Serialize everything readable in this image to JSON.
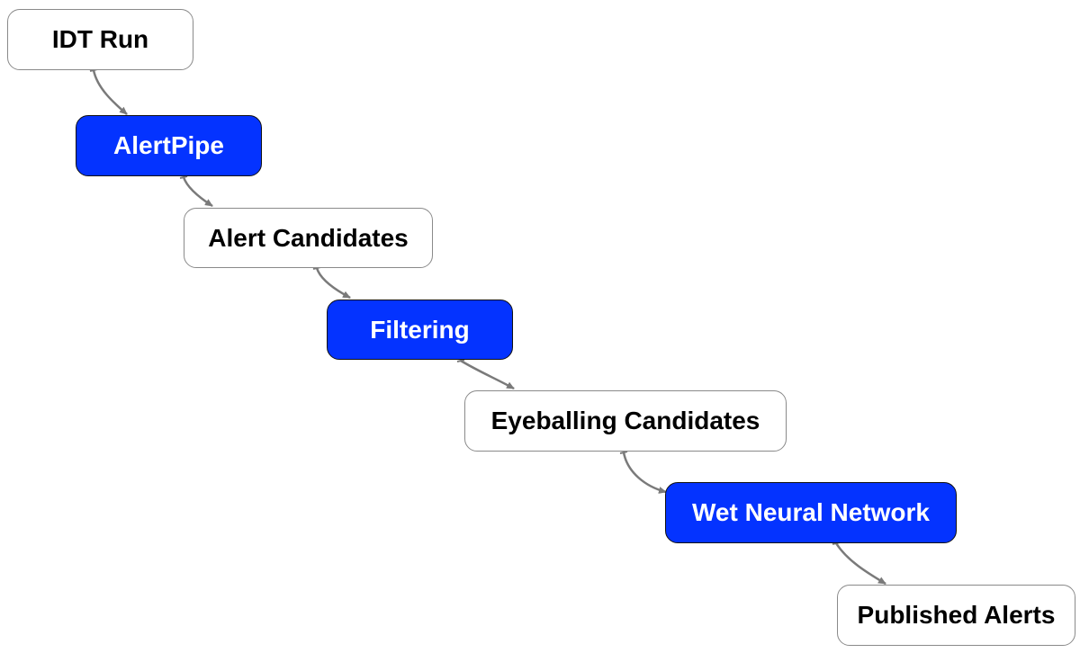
{
  "diagram": {
    "nodes": [
      {
        "id": "idt_run",
        "label": "IDT Run",
        "kind": "data"
      },
      {
        "id": "alertpipe",
        "label": "AlertPipe",
        "kind": "process"
      },
      {
        "id": "alert_candidates",
        "label": "Alert Candidates",
        "kind": "data"
      },
      {
        "id": "filtering",
        "label": "Filtering",
        "kind": "process"
      },
      {
        "id": "eyeballing_candidates",
        "label": "Eyeballing Candidates",
        "kind": "data"
      },
      {
        "id": "wet_neural_network",
        "label": "Wet Neural Network",
        "kind": "process"
      },
      {
        "id": "published_alerts",
        "label": "Published Alerts",
        "kind": "data"
      }
    ],
    "edges": [
      {
        "from": "idt_run",
        "to": "alertpipe"
      },
      {
        "from": "alertpipe",
        "to": "alert_candidates"
      },
      {
        "from": "alert_candidates",
        "to": "filtering"
      },
      {
        "from": "filtering",
        "to": "eyeballing_candidates"
      },
      {
        "from": "eyeballing_candidates",
        "to": "wet_neural_network"
      },
      {
        "from": "wet_neural_network",
        "to": "published_alerts"
      }
    ]
  },
  "colors": {
    "process_fill": "#0433ff",
    "process_text": "#ffffff",
    "data_fill": "#ffffff",
    "data_text": "#000000",
    "data_border": "#8a8a8a",
    "edge": "#7a7a7a"
  }
}
